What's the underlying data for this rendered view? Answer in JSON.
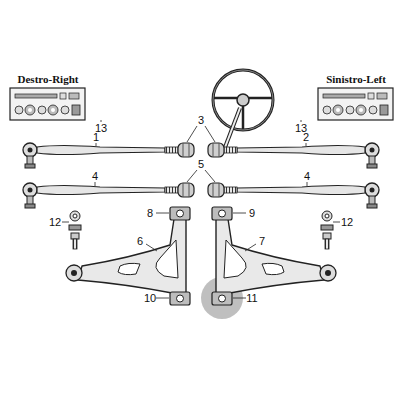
{
  "diagram": {
    "labels": [
      "Destro-Right",
      "Sinistro-Left",
      "13",
      "13",
      "3",
      "1",
      "2",
      "4",
      "5",
      "4",
      "12",
      "8",
      "9",
      "12",
      "6",
      "7",
      "10",
      "11"
    ]
  }
}
